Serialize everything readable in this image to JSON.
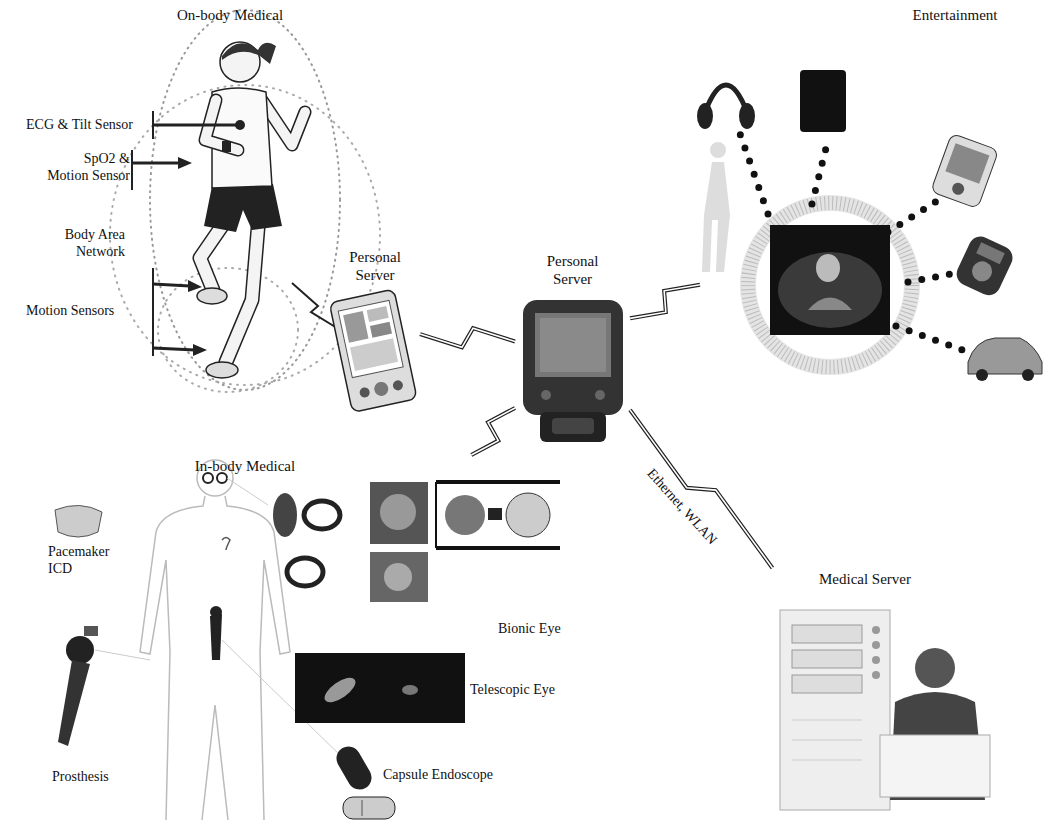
{
  "diagram": {
    "nodes": [
      {
        "text": [
          "On-body Medical"
        ]
      },
      {
        "text": [
          "Personal Server"
        ],
        "in": 0
      },
      {
        "text": [
          "Personal Server"
        ]
      },
      {
        "text": [
          "Entertainment"
        ]
      },
      {
        "text": [
          "In-body Medical"
        ]
      },
      {
        "text": [
          "Medical Server"
        ]
      }
    ],
    "edges": [
      {
        "from": 1,
        "to": 2,
        "arrow": "none"
      },
      {
        "from": 2,
        "to": 3,
        "arrow": "none"
      },
      {
        "from": 2,
        "to": 4,
        "arrow": "none"
      },
      {
        "from": 2,
        "to": 5,
        "label": "Ethernet, WLAN",
        "arrow": "none"
      }
    ],
    "labels": [
      "ECG & Tilt Sensor",
      "SpO2 & Motion Sensor",
      "Body Area Network",
      "Motion Sensors",
      "Pacemaker ICD",
      "Prosthesis",
      "Bionic Eye",
      "Telescopic Eye",
      "Capsule Endoscope"
    ]
  }
}
